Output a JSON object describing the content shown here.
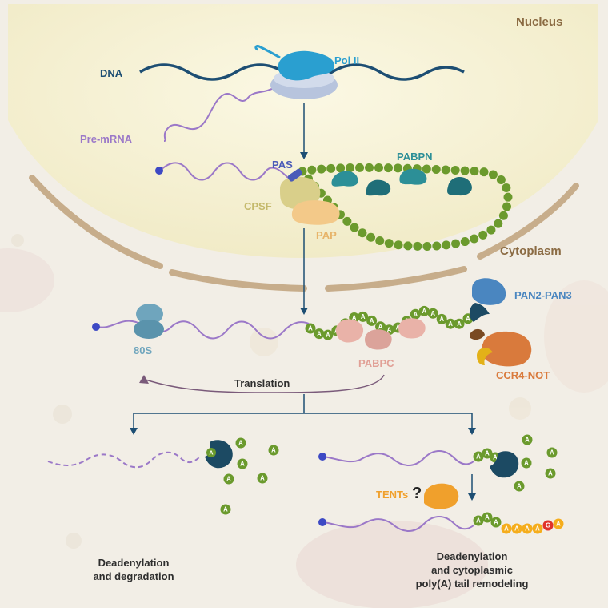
{
  "colors": {
    "cytoplasm_bg": "#f2eee6",
    "nucleus_fill": "#f6f1d2",
    "membrane": "#c7ad8b",
    "dna": "#1d4e73",
    "pol2": "#2a9fd0",
    "rna": "#9b78c8",
    "pas": "#4a5bb8",
    "cpsf": "#d9cf8a",
    "pap": "#f3c989",
    "polyA": "#6b9a2d",
    "pabpn": "#2c8f97",
    "pabpc": "#e9b2a8",
    "ribosome": "#6fa5bd",
    "pan2": "#4a86c0",
    "ccr4": "#d97a3c",
    "ccr4_dark": "#7a4a22",
    "ccr4_yellow": "#e3b118",
    "nuclease_navy": "#1c4a63",
    "tents": "#f0a02c",
    "g_nucleotide": "#e0322a",
    "u_tail": "#f5ad1c",
    "label_section": "#8b6b43",
    "label_text": "#2e2e2e"
  },
  "regions": {
    "nucleus": "Nucleus",
    "cytoplasm": "Cytoplasm"
  },
  "labels": {
    "dna": "DNA",
    "pol2": "Pol II",
    "pre_mrna": "Pre-mRNA",
    "pas": "PAS",
    "pabpn": "PABPN",
    "cpsf": "CPSF",
    "pap": "PAP",
    "pan2_pan3": "PAN2-PAN3",
    "ccr4_not": "CCR4-NOT",
    "ribosome_80s": "80S",
    "pabpc": "PABPC",
    "translation": "Translation",
    "tents": "TENTs",
    "question_mark": "?",
    "outcome_left_line1": "Deadenylation",
    "outcome_left_line2": "and degradation",
    "outcome_right_line1": "Deadenylation",
    "outcome_right_line2": "and cytoplasmic",
    "outcome_right_line3": "poly(A) tail remodeling"
  },
  "nucleotides": {
    "a": "A",
    "g": "G"
  },
  "remodeled_tail": [
    "A",
    "A",
    "A",
    "A",
    "A",
    "A",
    "A",
    "G",
    "A"
  ]
}
